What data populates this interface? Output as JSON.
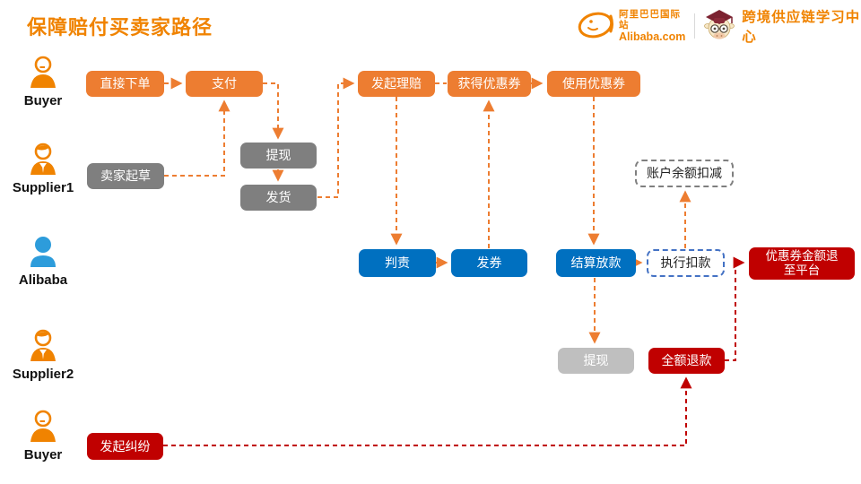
{
  "title": "保障赔付买卖家路径",
  "header": {
    "brand_cn": "阿里巴巴国际站",
    "brand_en": "Alibaba.com",
    "center_name": "跨境供应链学习中心",
    "icons": [
      "alibaba-logo-icon",
      "mascot-cow-icon"
    ]
  },
  "lanes": [
    {
      "label": "Buyer",
      "icon": "buyer-person-icon"
    },
    {
      "label": "Supplier1",
      "icon": "supplier-person-icon"
    },
    {
      "label": "Alibaba",
      "icon": "alibaba-person-icon"
    },
    {
      "label": "Supplier2",
      "icon": "supplier-person-icon"
    },
    {
      "label": "Buyer",
      "icon": "buyer-person-icon"
    }
  ],
  "nodes": {
    "direct_order": "直接下单",
    "pay": "支付",
    "claim": "发起理赔",
    "get_coupon": "获得优惠券",
    "use_coupon": "使用优惠券",
    "seller_draft": "卖家起草",
    "withdraw1": "提现",
    "ship": "发货",
    "balance_deduct": "账户余额扣减",
    "judge": "判责",
    "issue_coupon": "发券",
    "settle": "结算放款",
    "execute_deduct": "执行扣款",
    "coupon_refund": "优惠券金额退至平台",
    "withdraw2": "提现",
    "full_refund": "全额退款",
    "dispute": "发起纠纷"
  },
  "colors": {
    "accent_orange": "#ED7D31",
    "title_orange": "#F08300",
    "process_blue": "#0070C0",
    "alert_red": "#C00000",
    "neutral_gray": "#7F7F7F",
    "neutral_light_gray": "#BFBFBF",
    "dashed_blue_border": "#4472C4"
  }
}
